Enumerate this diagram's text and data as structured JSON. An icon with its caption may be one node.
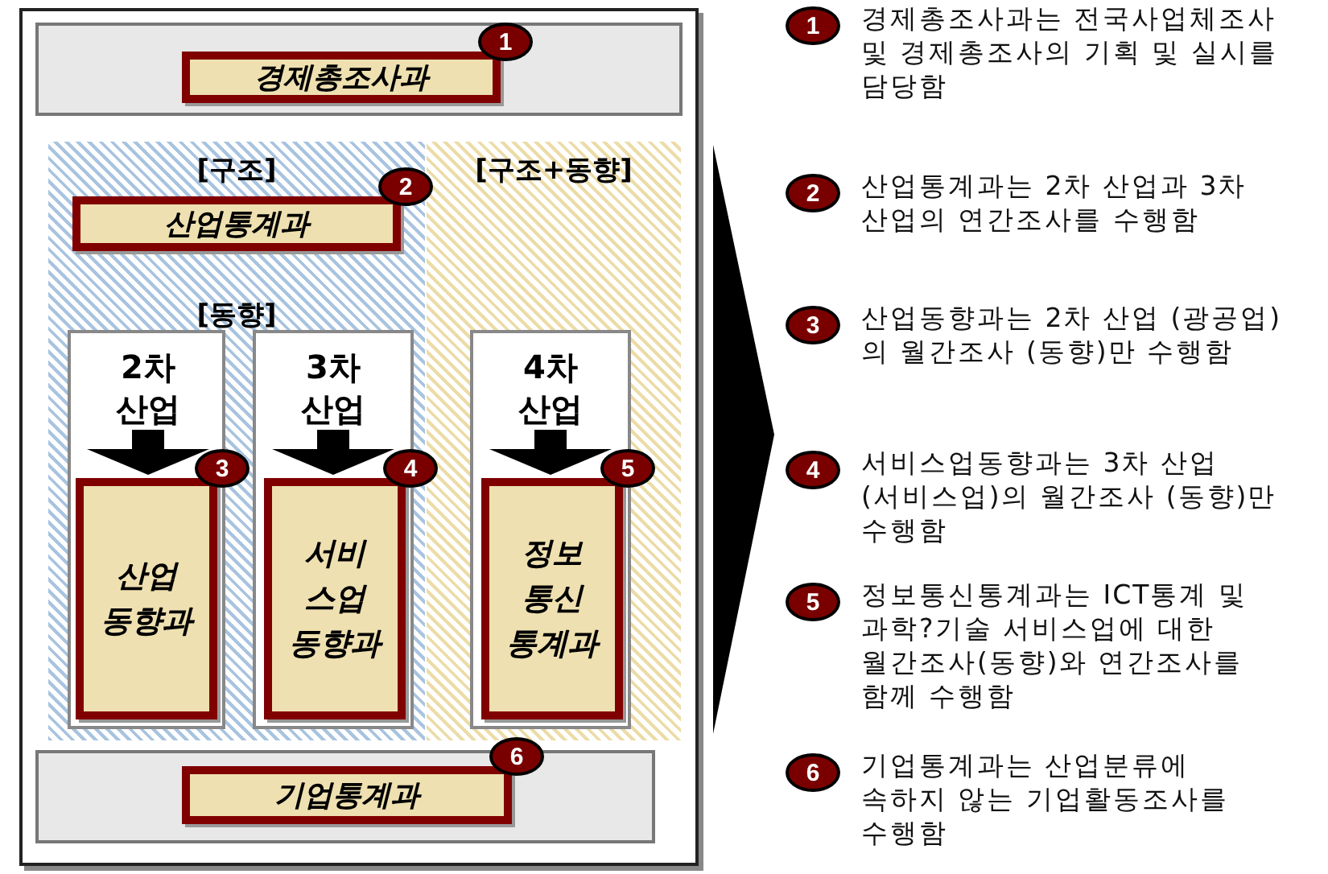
{
  "diagram": {
    "nodes": [
      {
        "text": [
          "경제총조사과"
        ],
        "beside": [
          "1"
        ]
      },
      {
        "text": [
          "[구조]",
          "[동향]"
        ]
      },
      {
        "text": [
          "산업통계과"
        ],
        "in": 1,
        "beside": [
          "2"
        ]
      },
      {
        "text": [
          "2차 산업"
        ],
        "in": 1
      },
      {
        "text": [
          "산업 동향과"
        ],
        "in": 3,
        "beside": [
          "3"
        ]
      },
      {
        "text": [
          "3차 산업"
        ],
        "in": 1
      },
      {
        "text": [
          "서비 스업 동향과"
        ],
        "in": 5,
        "beside": [
          "4"
        ]
      },
      {
        "text": [
          "[구조+동향]"
        ]
      },
      {
        "text": [
          "4차 산업"
        ],
        "in": 7
      },
      {
        "text": [
          "정보 통신 통계과"
        ],
        "in": 8,
        "beside": [
          "5"
        ]
      },
      {
        "text": [
          "기업통계과"
        ],
        "beside": [
          "6"
        ]
      }
    ],
    "labels": [
      "1",
      "경제총조사과는 전국사업체조사 및 경제총조사의 기획 및 실시를 담당함",
      "2",
      "산업통계과는 2차 산업과 3차 산업의 연간조사를 수행함",
      "3",
      "산업동향과는 2차 산업 (광공업)의 월간조사 (동향)만 수행함",
      "4",
      "서비스업동향과는 3차 산업 (서비스업)의 월간조사 (동향)만 수행함",
      "5",
      "정보통신통계과는 ICT통계 및 과학?기술 서비스업에 대한 월간조사(동향)와 연간조사를 함께 수행함",
      "6",
      "기업통계과는 산업분류에 속하지 않는 기업활동조사를 수행함"
    ]
  }
}
